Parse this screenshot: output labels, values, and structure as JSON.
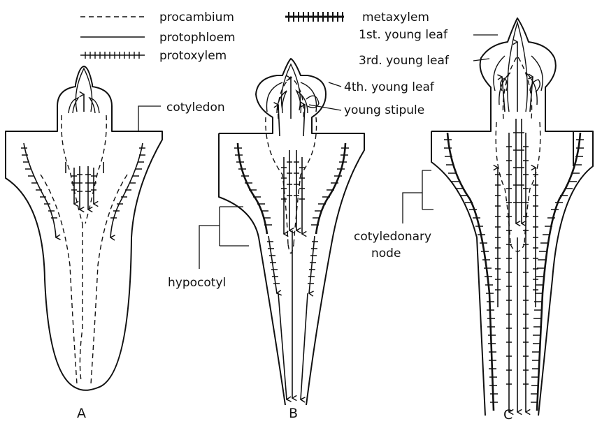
{
  "legend": {
    "procambium": "procambium",
    "protophloem": "protophloem",
    "protoxylem": "protoxylem",
    "metaxylem": "metaxylem"
  },
  "labels": {
    "first_leaf": "1st. young leaf",
    "third_leaf": "3rd. young leaf",
    "fourth_leaf": "4th. young leaf",
    "stipule": "young stipule",
    "cotyledon": "cotyledon",
    "node": [
      "cotyledonary",
      "node"
    ],
    "hypocotyl": "hypocotyl"
  },
  "panels": [
    "A",
    "B",
    "C"
  ]
}
